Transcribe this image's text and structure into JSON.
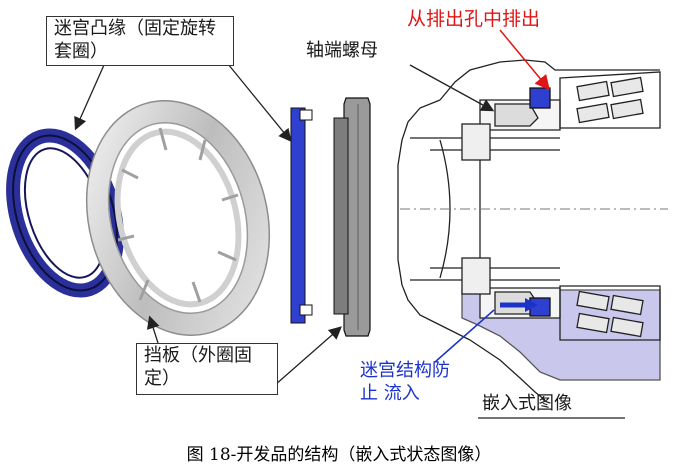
{
  "labels": {
    "labyrinth_flange": "迷宫凸缘（固定旋转套圈）",
    "baffle_plate": "挡板（外圈固定）",
    "axle_nut": "轴端螺母",
    "drain_note": "从排出孔中排出",
    "labyrinth_structure": "迷宫结构防止 流入",
    "embedded_image": "嵌入式图像"
  },
  "caption": "图 18-开发品的结构（嵌入式状态图像）",
  "colors": {
    "ring_blue": "#2a2f9a",
    "plate_blue": "#2f3fd0",
    "plate_gray": "#8a8a8a",
    "housing_tint": "#c9c8ec",
    "callout_red": "#e01515",
    "callout_blue": "#1b33c9"
  }
}
